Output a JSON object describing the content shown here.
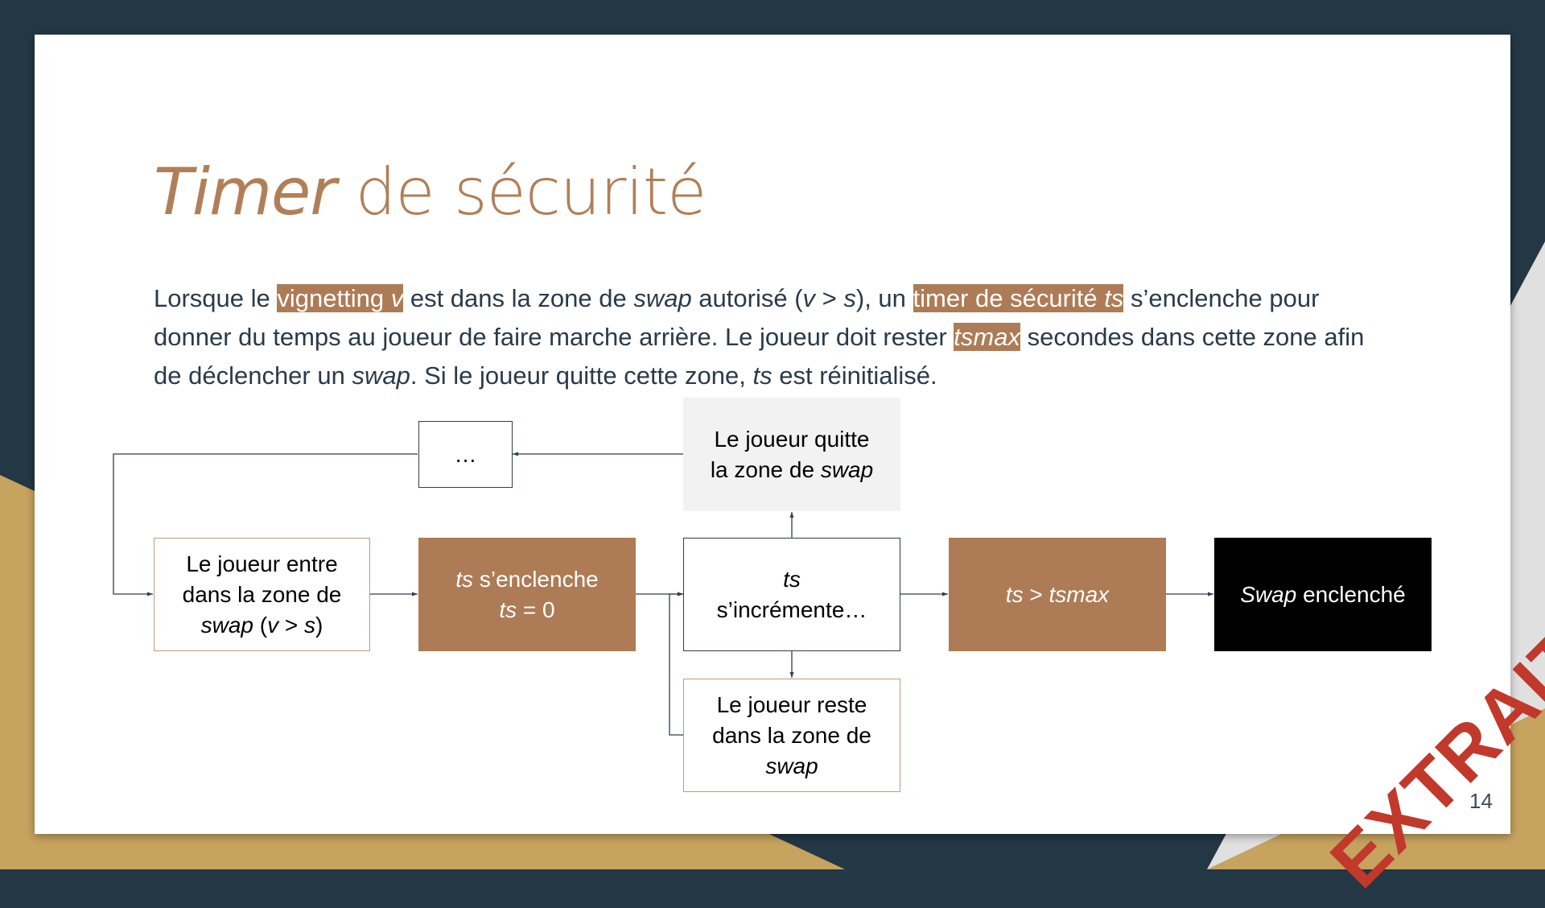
{
  "slide": {
    "title_italic": "Timer",
    "title_rest": " de sécurité",
    "page_number": "14",
    "watermark": "EXTRAIT"
  },
  "paragraph": {
    "p1": "Lorsque le ",
    "h1": "vignetting ",
    "h1i": "v",
    "p2": " est dans la zone de ",
    "p2i": "swap",
    "p3": " autorisé (",
    "p3i1": "v",
    "p3b": " > ",
    "p3i2": "s",
    "p4": "), un ",
    "h2": "timer de sécurité ",
    "h2i": "ts",
    "p5": " s’enclenche pour donner du temps au joueur de faire marche arrière. Le joueur doit rester ",
    "h3i": "tsmax",
    "p6": " secondes dans cette zone afin de déclencher un ",
    "p6i": "swap",
    "p7": ". Si le joueur quitte cette zone, ",
    "p7i": "ts",
    "p8": " est réinitialisé."
  },
  "flow": {
    "enter": {
      "l1": "Le joueur entre",
      "l2": "dans la zone de",
      "l3i": "swap",
      "l3a": " (",
      "l3v": "v",
      "l3b": " > ",
      "l3s": "s",
      "l3c": ")"
    },
    "start": {
      "l1i": "ts",
      "l1": " s’enclenche",
      "l2i": "ts",
      "l2": " = 0"
    },
    "incr": {
      "l1i": "ts",
      "l2": "s’incrémente…"
    },
    "cond": {
      "ai": "ts",
      "b": " > ",
      "ci": "tsmax"
    },
    "swap": {
      "ai": "Swap",
      "b": " enclenché"
    },
    "leave": {
      "l1": "Le joueur quitte",
      "l2": "la zone de ",
      "l2i": "swap"
    },
    "stay": {
      "l1": "Le joueur reste",
      "l2": "dans la zone de",
      "l3i": "swap"
    },
    "ellipsis": "…"
  },
  "colors": {
    "accent_brown": "#ad7b55",
    "title_brown": "#b17f57",
    "navy": "#233745",
    "gold": "#c6a35f",
    "stamp_red": "#c0392b"
  }
}
